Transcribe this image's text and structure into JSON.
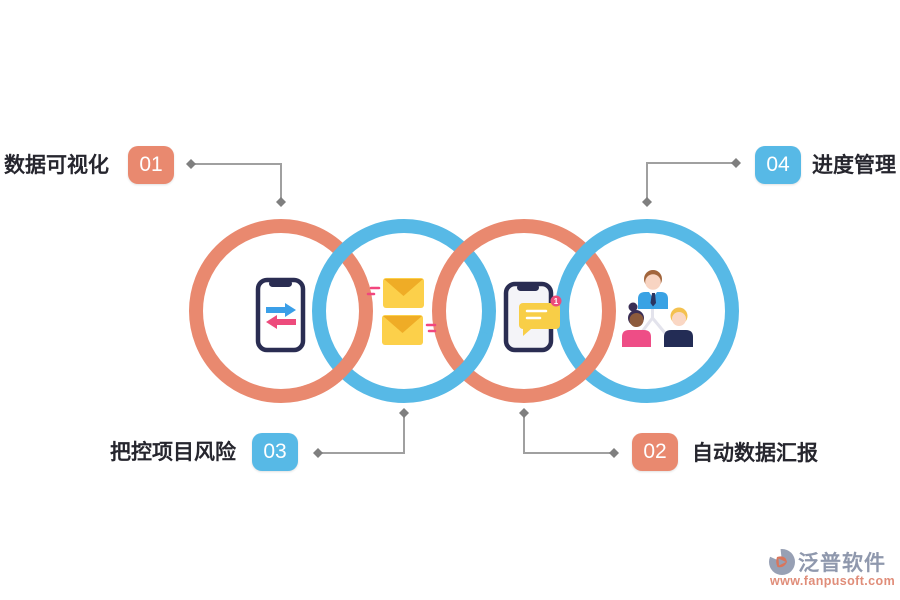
{
  "theme": {
    "salmon": "#E9896F",
    "blue": "#57B9E6",
    "connector_line": "#A0A0A0",
    "connector_diamond": "#7F7F7F",
    "label_text": "#26262E"
  },
  "callouts": {
    "c01": {
      "number": "01",
      "label": "数据可视化",
      "color": "#E9896F"
    },
    "c02": {
      "number": "02",
      "label": "自动数据汇报",
      "color": "#E9896F"
    },
    "c03": {
      "number": "03",
      "label": "把控项目风险",
      "color": "#57B9E6"
    },
    "c04": {
      "number": "04",
      "label": "进度管理",
      "color": "#57B9E6"
    }
  },
  "rings": [
    {
      "icon": "phone-sync-icon",
      "color": "#E9896F"
    },
    {
      "icon": "mail-envelopes-icon",
      "color": "#57B9E6"
    },
    {
      "icon": "phone-notification-icon",
      "color": "#E9896F"
    },
    {
      "icon": "team-icon",
      "color": "#57B9E6"
    }
  ],
  "icons": {
    "notification_count": "1"
  },
  "branding": {
    "name": "泛普软件",
    "url": "www.fanpusoft.com"
  }
}
